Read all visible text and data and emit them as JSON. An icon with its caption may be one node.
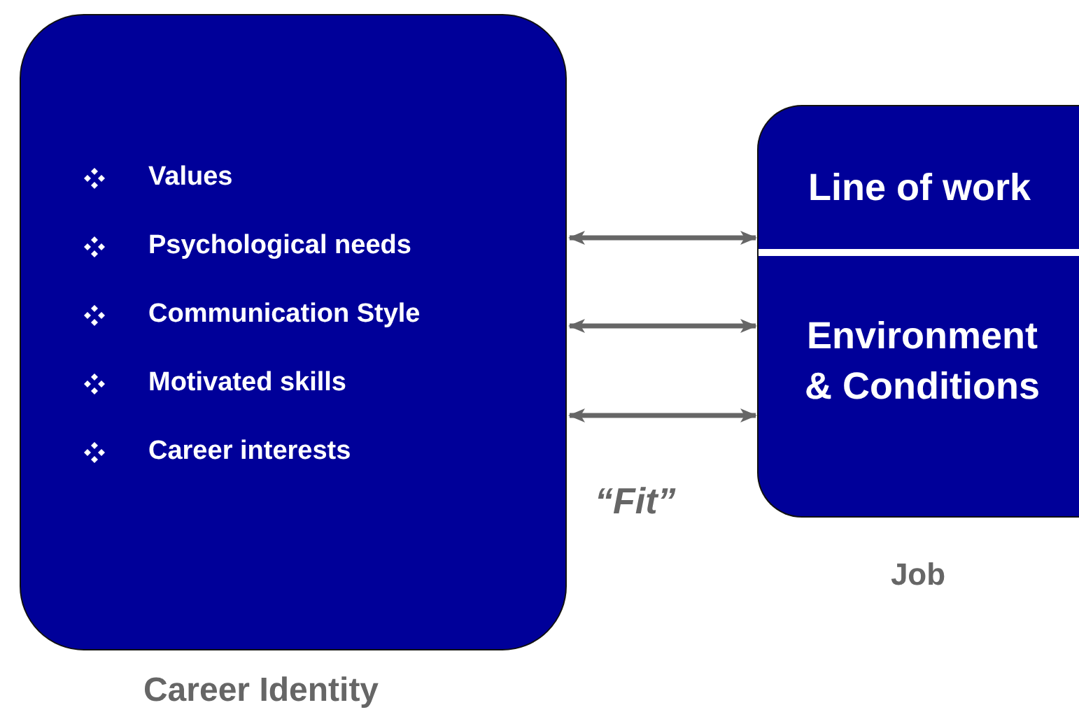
{
  "diagram": {
    "nodes": [
      {
        "text": [
          "Values",
          "Psychological needs",
          "Communication Style",
          "Motivated skills",
          "Career interests"
        ],
        "beside": [
          "Career Identity"
        ]
      },
      {
        "text": [],
        "shape": "box",
        "beside": [
          "Job"
        ]
      },
      {
        "text": [
          "Line of work"
        ],
        "in": 1
      },
      {
        "text": [
          "Environment & Conditions"
        ],
        "in": 1
      }
    ],
    "edges": [
      {
        "from": 0,
        "to": 2,
        "arrow": "both"
      },
      {
        "from": 0,
        "to": 3,
        "arrow": "both"
      },
      {
        "from": 0,
        "to": 3,
        "arrow": "both"
      }
    ],
    "labels": [
      "“Fit”"
    ]
  }
}
